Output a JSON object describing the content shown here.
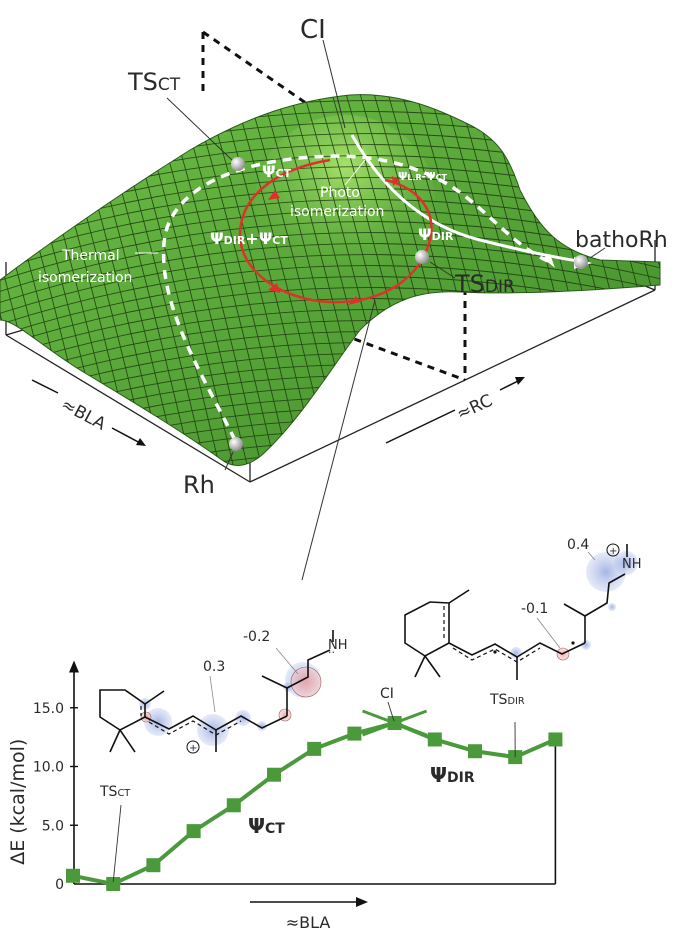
{
  "surface_panel": {
    "labels": {
      "ci": "CI",
      "ts_ct": "TS",
      "ts_ct_sub": "CT",
      "ts_dir": "TS",
      "ts_dir_sub": "DIR",
      "batho": "bathoRh",
      "rh": "Rh",
      "bla_axis": "≈BLA",
      "rc_axis": "≈RC",
      "thermal_1": "Thermal",
      "thermal_2": "isomerization",
      "photo_1": "Photo",
      "photo_2": "isomerization",
      "psi_ct": "Ψ",
      "psi_ct_sub": "CT",
      "psi_dir": "Ψ",
      "psi_dir_sub": "DIR",
      "psi_mix": "Ψ",
      "psi_mix_sub1": "DIR",
      "psi_mix_plus": "+Ψ",
      "psi_mix_sub2": "CT",
      "psi_lr": "Ψ",
      "psi_lr_sub1": "L.R",
      "psi_lr_minus": "-Ψ",
      "psi_lr_sub2": "CT"
    },
    "colors": {
      "surface": "#5aa83a",
      "surface_light": "#8fd35a",
      "grid": "#1d3a10",
      "loop": "#e0302a",
      "path": "#ffffff",
      "sphere": "#c8c8c8"
    }
  },
  "molecules": {
    "left": {
      "charge_labels": [
        "-0.2",
        "0.3"
      ],
      "nitrogen": "NH",
      "plus": "+"
    },
    "right": {
      "charge_labels": [
        "0.4",
        "-0.1"
      ],
      "nitrogen": "NH",
      "plus": "+"
    }
  },
  "chart_data": {
    "type": "line",
    "title": "",
    "xlabel": "≈BLA",
    "ylabel": "ΔE (kcal/mol)",
    "ylim": [
      0,
      18
    ],
    "yticks": [
      0,
      5.0,
      10.0,
      15.0
    ],
    "ytick_labels": [
      "0",
      "5.0",
      "10.0",
      "15.0"
    ],
    "x": [
      0,
      1,
      2,
      3,
      4,
      5,
      6,
      7,
      8,
      9,
      10,
      11,
      12
    ],
    "series": [
      {
        "name": "ΔE",
        "color": "#4a9a3c",
        "values": [
          0.7,
          0.0,
          1.6,
          4.5,
          6.7,
          9.3,
          11.5,
          12.8,
          13.7,
          12.3,
          11.3,
          10.8,
          12.3
        ]
      }
    ],
    "annotations": [
      {
        "label": "TS",
        "sub": "CT",
        "point_index": 1
      },
      {
        "label": "CI",
        "sub": "",
        "point_index": 8
      },
      {
        "label": "TS",
        "sub": "DIR",
        "point_index": 11
      },
      {
        "label": "Ψ",
        "sub": "CT",
        "region": "rising"
      },
      {
        "label": "Ψ",
        "sub": "DIR",
        "region": "plateau"
      }
    ],
    "grid": false,
    "legend": "none"
  }
}
